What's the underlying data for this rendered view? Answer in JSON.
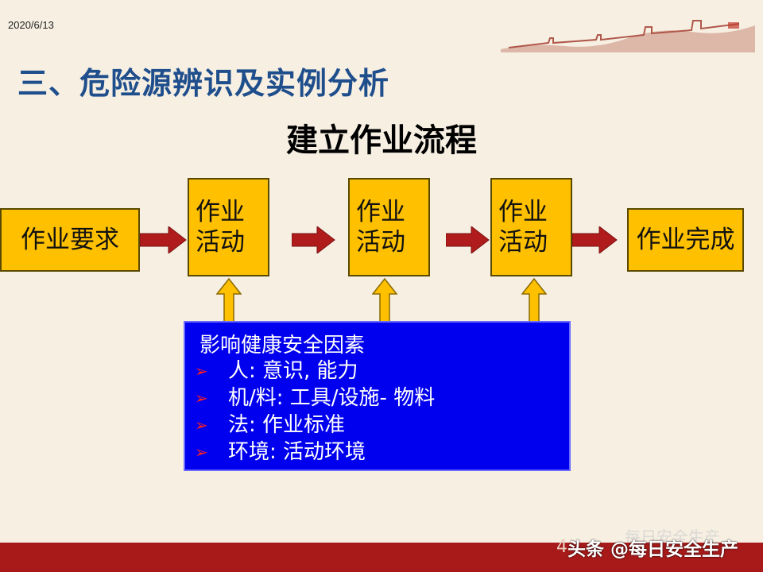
{
  "header": {
    "date": "2020/6/13"
  },
  "slide": {
    "title": "三、危险源辨识及实例分析",
    "subtitle": "建立作业流程"
  },
  "flow": {
    "start": "作业要求",
    "activity1": [
      "作业",
      "活动"
    ],
    "activity2": [
      "作业",
      "活动"
    ],
    "activity3": [
      "作业",
      "活动"
    ],
    "end": "作业完成"
  },
  "factors": {
    "heading": "影响健康安全因素",
    "items": [
      "人: 意识, 能力",
      "机/料: 工具/设施- 物料",
      "法: 作业标准",
      "环境: 活动环境"
    ]
  },
  "footer": {
    "page_number": "4",
    "watermark": "头条 @每日安全生产",
    "watermark_back": "每日安全生产"
  },
  "colors": {
    "title": "#1f4e8c",
    "box_fill": "#ffc000",
    "arrow": "#b01c1c",
    "factor_bg": "#0000ee",
    "bottom_bar": "#a81a1a"
  }
}
